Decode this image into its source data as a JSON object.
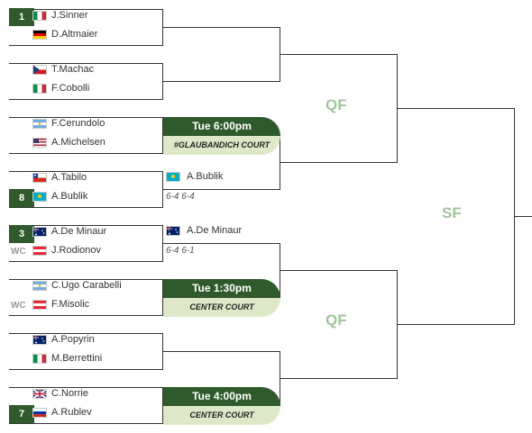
{
  "rounds": {
    "qf": "QF",
    "sf": "SF"
  },
  "matches": [
    {
      "players": [
        {
          "seed": "1",
          "tag": "",
          "name": "J.Sinner",
          "flag": "it"
        },
        {
          "seed": "",
          "tag": "",
          "name": "D.Altmaier",
          "flag": "de"
        }
      ]
    },
    {
      "players": [
        {
          "seed": "",
          "tag": "",
          "name": "T.Machac",
          "flag": "cz"
        },
        {
          "seed": "",
          "tag": "",
          "name": "F.Cobolli",
          "flag": "it"
        }
      ]
    },
    {
      "players": [
        {
          "seed": "",
          "tag": "",
          "name": "F.Cerundolo",
          "flag": "ar"
        },
        {
          "seed": "",
          "tag": "",
          "name": "A.Michelsen",
          "flag": "us"
        }
      ],
      "schedule": {
        "time": "Tue 6:00pm",
        "court": "#GLAUBANDICH COURT"
      }
    },
    {
      "players": [
        {
          "seed": "",
          "tag": "",
          "name": "A.Tabilo",
          "flag": "cl"
        },
        {
          "seed": "8",
          "tag": "",
          "name": "A.Bublik",
          "flag": "kz"
        }
      ]
    },
    {
      "players": [
        {
          "seed": "3",
          "tag": "",
          "name": "A.De Minaur",
          "flag": "au"
        },
        {
          "seed": "",
          "tag": "WC",
          "name": "J.Rodionov",
          "flag": "at"
        }
      ]
    },
    {
      "players": [
        {
          "seed": "",
          "tag": "",
          "name": "C.Ugo Carabelli",
          "flag": "ar"
        },
        {
          "seed": "",
          "tag": "WC",
          "name": "F.Misolic",
          "flag": "at"
        }
      ],
      "schedule": {
        "time": "Tue 1:30pm",
        "court": "CENTER COURT"
      }
    },
    {
      "players": [
        {
          "seed": "",
          "tag": "",
          "name": "A.Popyrin",
          "flag": "au"
        },
        {
          "seed": "",
          "tag": "",
          "name": "M.Berrettini",
          "flag": "it"
        }
      ]
    },
    {
      "players": [
        {
          "seed": "",
          "tag": "",
          "name": "C.Norrie",
          "flag": "gb"
        },
        {
          "seed": "7",
          "tag": "",
          "name": "A.Rublev",
          "flag": "ru"
        }
      ],
      "schedule": {
        "time": "Tue 4:00pm",
        "court": "CENTER COURT"
      }
    }
  ],
  "results": [
    {
      "name": "A.Bublik",
      "flag": "kz",
      "score": "6-4 6-4"
    },
    {
      "name": "A.De Minaur",
      "flag": "au",
      "score": "6-4 6-1"
    }
  ]
}
